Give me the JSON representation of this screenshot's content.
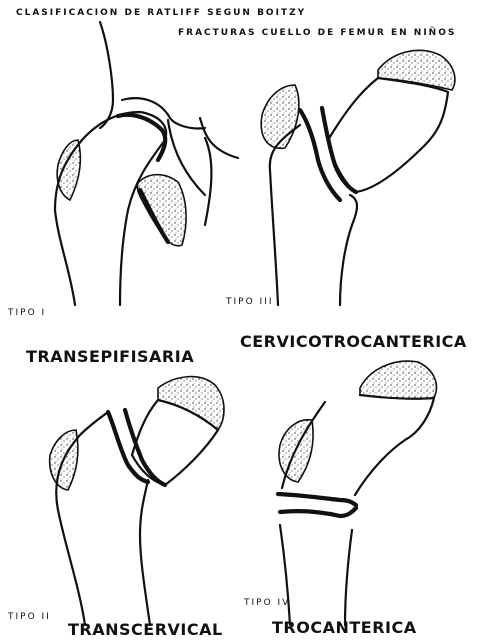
{
  "header": {
    "title": "CLASIFICACION DE RATLIFF SEGUN BOITZY",
    "subtitle": "FRACTURAS CUELLO DE FEMUR EN NIÑOS"
  },
  "panels": [
    {
      "tipo_label": "TIPO I",
      "name": "TRANSEPIFISARIA"
    },
    {
      "tipo_label": "TIPO III",
      "name": "CERVICOTROCANTERICA"
    },
    {
      "tipo_label": "TIPO II",
      "name": "TRANSCERVICAL"
    },
    {
      "tipo_label": "TIPO IV",
      "name": "TROCANTERICA"
    }
  ]
}
